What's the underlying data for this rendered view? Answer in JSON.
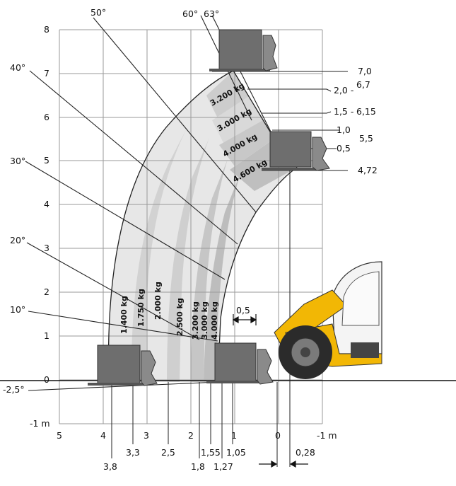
{
  "y_axis": {
    "ticks": [
      "8",
      "7",
      "6",
      "5",
      "4",
      "3",
      "2",
      "1",
      "0",
      "-1 m"
    ]
  },
  "x_axis": {
    "ticks": [
      "5",
      "4",
      "3",
      "2",
      "1",
      "0",
      "-1 m"
    ]
  },
  "boom_angles": [
    "63°",
    "60°",
    "50°",
    "40°",
    "30°",
    "20°",
    "10°",
    "-2,5°"
  ],
  "height_labels": [
    "7,0",
    "6,7",
    "6,15",
    "5,5",
    "4,72",
    "2,0 -",
    "1,5 -",
    "1,0",
    "0,5"
  ],
  "reach_labels": [
    "3,8",
    "3,3",
    "2,5",
    "1,8",
    "1,55",
    "1,27",
    "1,05",
    "0,28"
  ],
  "dimension_label": "0,5",
  "load_zones_ground": [
    "1.400 kg",
    "1.750 kg",
    "2.000 kg",
    "2.500 kg",
    "3.200 kg",
    "3.000 kg",
    "4.000 kg"
  ],
  "load_zones_arc": [
    "3.200 kg",
    "3.000 kg",
    "4.000 kg",
    "4.600 kg"
  ],
  "colors": {
    "zone_light": "#e7e7e7",
    "zone_mid": "#d2d2d2",
    "zone_dark": "#bdbdbd",
    "pallet": "#6e6e6e",
    "machine_yellow": "#f2b705",
    "tyre": "#2b2b2b"
  }
}
